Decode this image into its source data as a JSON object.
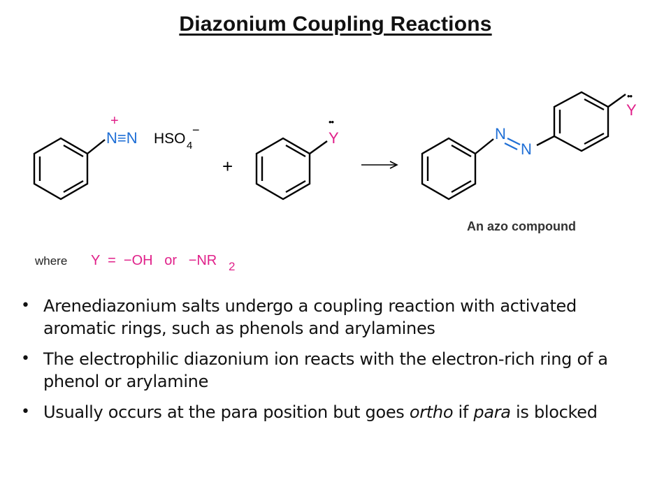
{
  "slide": {
    "title": "Diazonium Coupling Reactions"
  },
  "scheme": {
    "reactant1_group": "N≡N",
    "reactant1_charge": "+",
    "reactant1_counterion": "HSO",
    "counterion_subscript": "4",
    "counterion_charge": "−",
    "plus_sign": "+",
    "reactant2_substituent": "Y",
    "lone_pair": "••",
    "arrow": "⟶",
    "product_n1": "N",
    "product_n2": "N",
    "product_substituent": "Y",
    "product_label": "An azo compound",
    "where_word": "where",
    "where_definition": "Y  =  −OH   or   −NR",
    "where_subscript": "2",
    "accent_color": "#e0218a",
    "nitrogen_color": "#1f6fd6",
    "bond_color": "#000000"
  },
  "bullets": [
    {
      "text": "Arenediazonium salts undergo a coupling reaction with activated aromatic rings, such as phenols and arylamines"
    },
    {
      "text": "The electrophilic diazonium ion reacts with the electron-rich ring of a phenol or arylamine"
    },
    {
      "text_before": "Usually occurs at the para position but goes ",
      "italic1": "ortho",
      "text_middle": " if ",
      "italic2": "para",
      "text_after": " is blocked"
    }
  ],
  "bullet_glyph": "•"
}
